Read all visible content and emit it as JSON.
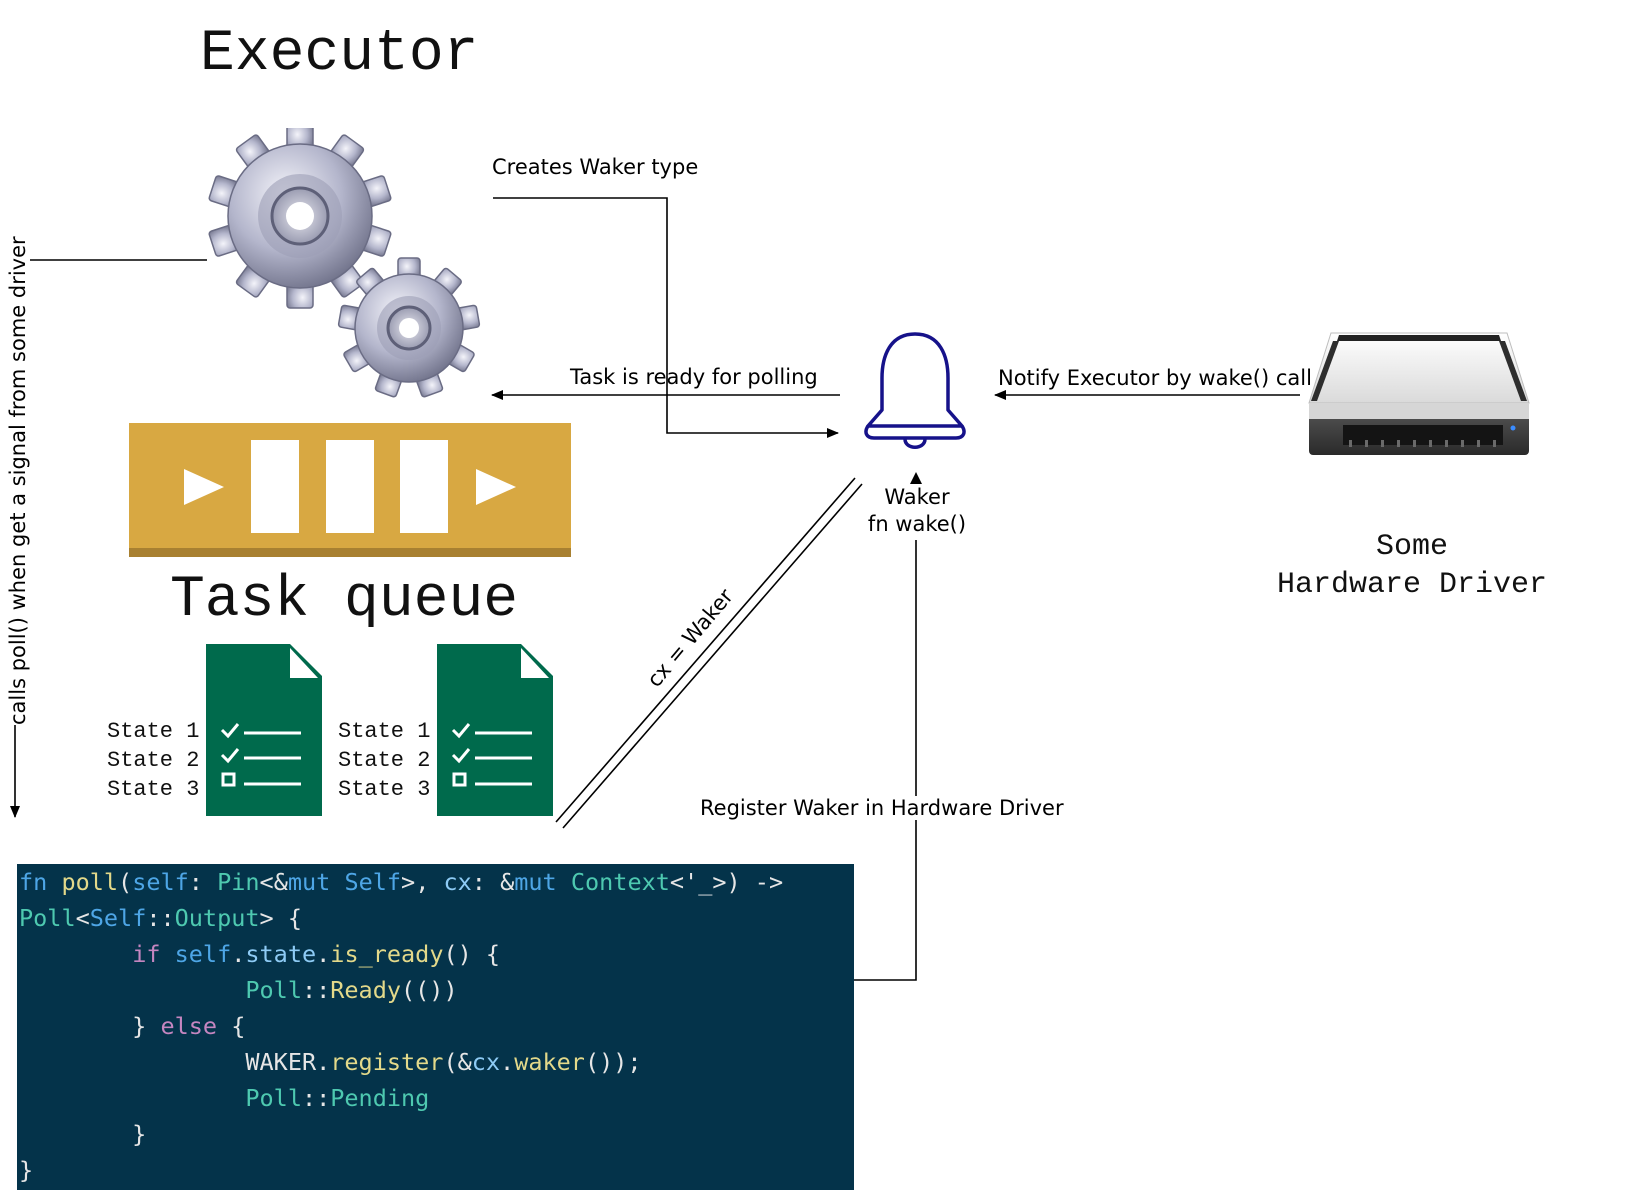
{
  "titles": {
    "executor": "Executor",
    "task_queue": "Task queue"
  },
  "labels": {
    "creates_waker": "Creates Waker type",
    "task_ready": "Task is ready for polling",
    "notify_executor": "Notify Executor by wake() call",
    "waker_line1": "Waker",
    "waker_line2": "fn wake()",
    "cx_waker": "cx = Waker",
    "register_waker": "Register Waker in Hardware Driver",
    "calls_poll": "calls poll() when get a signal from some driver",
    "hardware_line1": "Some",
    "hardware_line2": "Hardware Driver"
  },
  "task_docs": [
    {
      "states": [
        "State 1",
        "State 2",
        "State 3"
      ],
      "checked": [
        true,
        true,
        false
      ]
    },
    {
      "states": [
        "State 1",
        "State 2",
        "State 3"
      ],
      "checked": [
        true,
        true,
        false
      ]
    }
  ],
  "code_lines": [
    "fn poll(self: Pin<&mut Self>, cx: &mut Context<'_>) ->",
    "Poll<Self::Output> {",
    "        if self.state.is_ready() {",
    "                Poll::Ready(())",
    "        } else {",
    "                WAKER.register(&cx.waker());",
    "                Poll::Pending",
    "        }",
    "}"
  ],
  "colors": {
    "queue_bar": "#d8a842",
    "queue_bar_shadow": "#a88031",
    "doc_green": "#006a4c",
    "bell_stroke": "#16128a",
    "code_bg": "#04334a"
  },
  "icons": [
    "gears-icon",
    "queue-icon",
    "document-icon",
    "bell-icon",
    "hard-drive-icon"
  ]
}
